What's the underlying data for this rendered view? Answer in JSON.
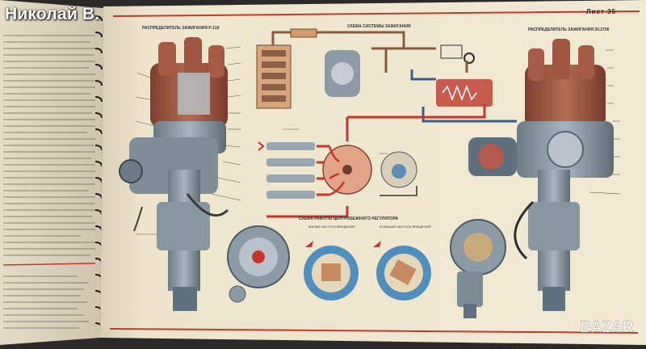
{
  "watermark": {
    "seller_name": "Николай В."
  },
  "page": {
    "number_label": "Лист 35"
  },
  "labels": {
    "left_distributor": "Распределитель зажигания Р-119",
    "ignition_system": "Схема системы зажигания",
    "right_distributor": "Распределитель зажигания 30.3706",
    "centrifugal_regulator": "Схема работы центробежного регулятора",
    "low_speed": "Малая частота вращения",
    "high_speed": "Большая частота вращения"
  },
  "logo": {
    "text": "BAZAR"
  },
  "colors": {
    "page_paper": "#efe6cf",
    "red_wire": "#c8342b",
    "blue_wire": "#3a5f86",
    "copper_cap": "#a9604a",
    "distributor_body": "#8c9aa6",
    "page_rule": "#c33a2c"
  }
}
